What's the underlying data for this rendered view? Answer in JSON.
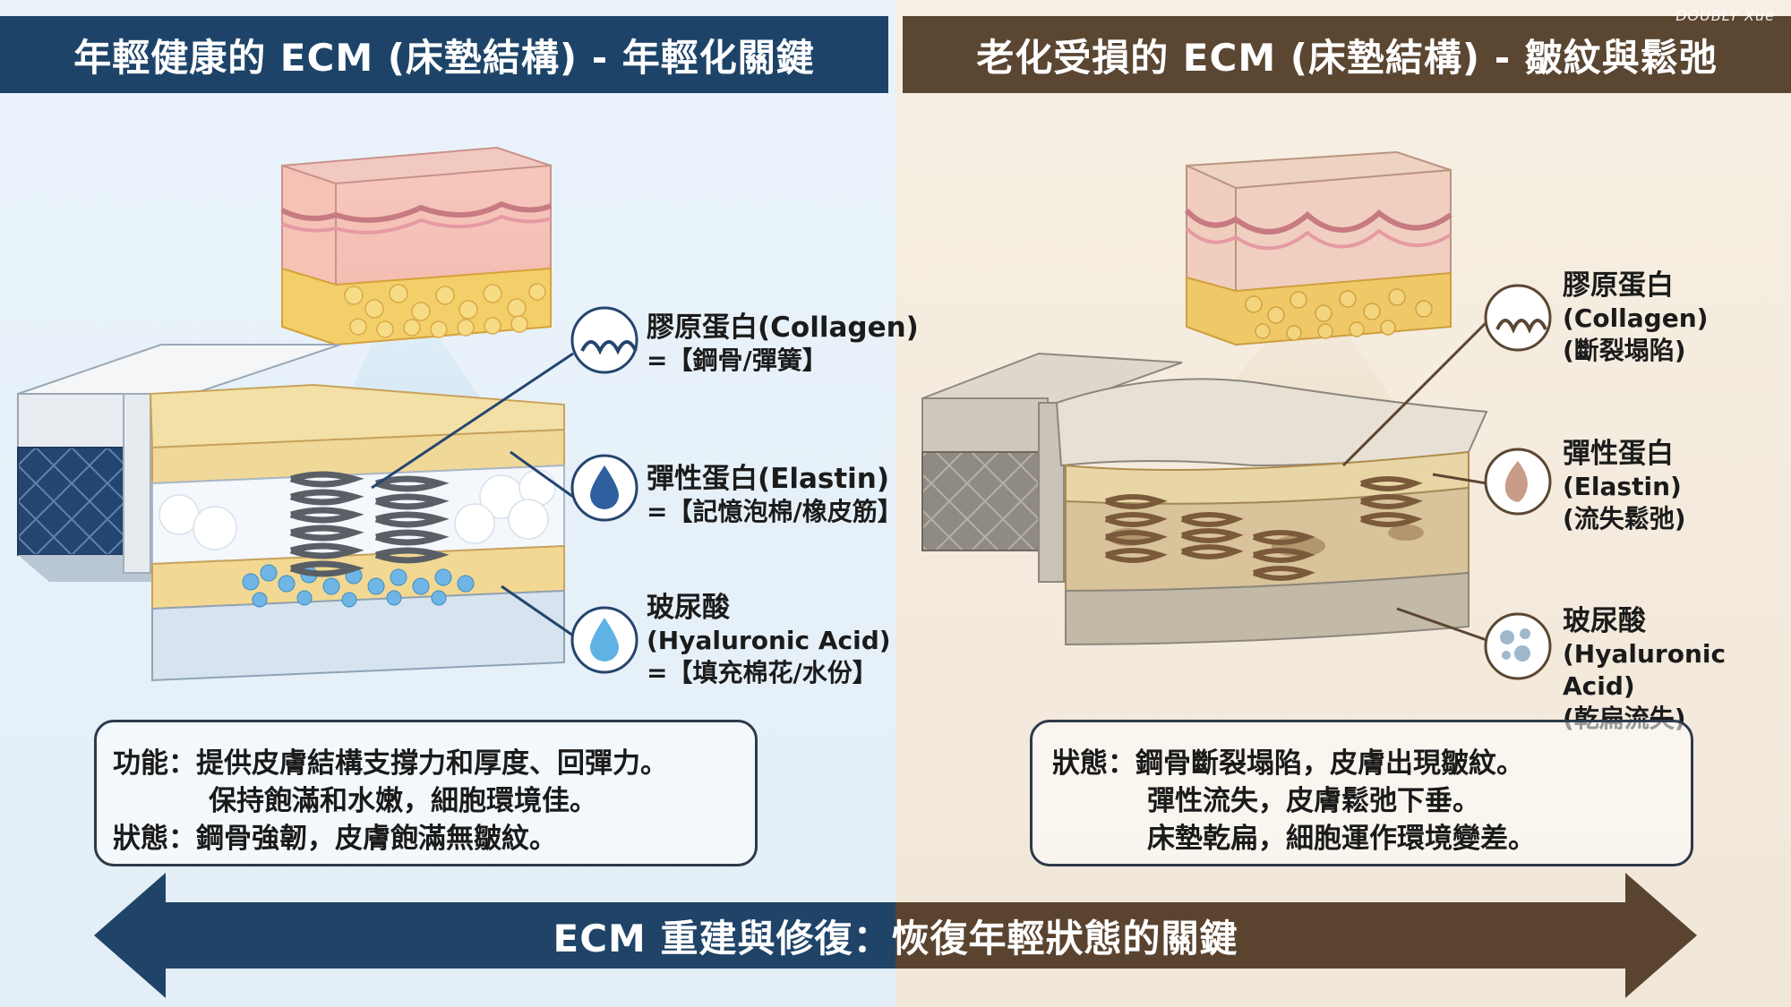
{
  "left": {
    "title": "年輕健康的 ECM (床墊結構) - 年輕化關鍵",
    "collagen": {
      "name": "膠原蛋白(Collagen)",
      "analogy": "=【鋼骨/彈簧】"
    },
    "elastin": {
      "name": "彈性蛋白(Elastin)",
      "analogy": "=【記憶泡棉/橡皮筋】"
    },
    "hyaluronic": {
      "name": "玻尿酸",
      "name_en": "(Hyaluronic Acid)",
      "analogy": "=【填充棉花/水份】"
    },
    "info": {
      "line1": "功能：提供皮膚結構支撐力和厚度、回彈力。",
      "line2": "保持飽滿和水嫩，細胞環境佳。",
      "line3": "狀態：鋼骨強韌，皮膚飽滿無皺紋。"
    }
  },
  "right": {
    "title": "老化受損的 ECM (床墊結構) - 皺紋與鬆弛",
    "collagen": {
      "name": "膠原蛋白",
      "name_en": "(Collagen)",
      "state": "(斷裂塌陷)"
    },
    "elastin": {
      "name": "彈性蛋白",
      "name_en": "(Elastin)",
      "state": "(流失鬆弛)"
    },
    "hyaluronic": {
      "name": "玻尿酸",
      "name_en": "(Hyaluronic Acid)",
      "state": "(乾扁流失)"
    },
    "info": {
      "line1": "狀態：鋼骨斷裂塌陷，皮膚出現皺紋。",
      "line2": "彈性流失，皮膚鬆弛下垂。",
      "line3": "床墊乾扁，細胞運作環境變差。"
    }
  },
  "bottom_banner": "ECM 重建與修復：恢復年輕狀態的關鍵",
  "watermark": "DOUBLY Xue",
  "colors": {
    "left_banner": "#1d4468",
    "right_banner": "#5b4632",
    "arrow_left": "#1f4468",
    "arrow_right": "#5a4430"
  }
}
